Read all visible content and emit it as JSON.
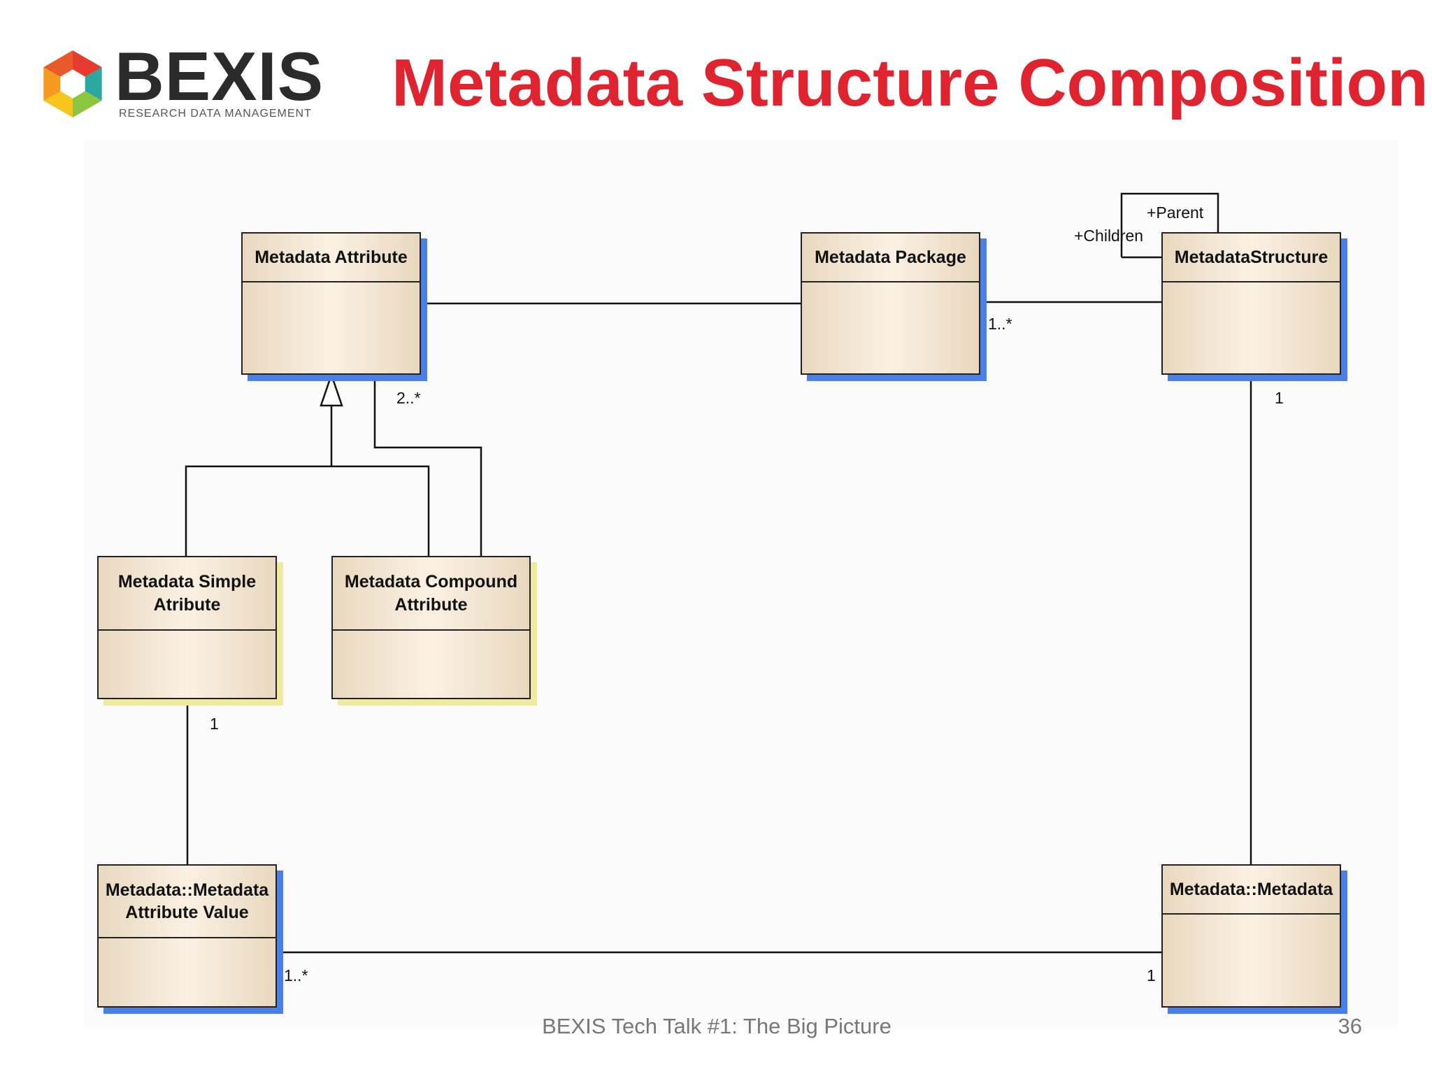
{
  "logo": {
    "wordmark": "BEXIS",
    "tagline": "RESEARCH DATA MANAGEMENT",
    "colors": [
      "#e63b2e",
      "#f39a1f",
      "#f7c51e",
      "#8cc63f",
      "#2aa7a0"
    ]
  },
  "title": "Metadata Structure Composition",
  "classes": {
    "metadata_attribute": "Metadata Attribute",
    "metadata_package": "Metadata Package",
    "metadata_structure": "MetadataStructure",
    "metadata_simple_attribute": "Metadata Simple\nAtribute",
    "metadata_compound_attribute": "Metadata Compound\nAttribute",
    "metadata_attribute_value": "Metadata::Metadata\nAttribute Value",
    "metadata_metadata": "Metadata::Metadata"
  },
  "roles": {
    "parent": "+Parent",
    "children": "+Children"
  },
  "multiplicities": {
    "compound_to_attribute": "2..*",
    "package_to_structure": "1..*",
    "structure_to_metadata": "1",
    "simple_to_value": "1",
    "value_to_metadata": "1..*",
    "metadata_to_value": "1"
  },
  "footer": {
    "text": "BEXIS Tech Talk #1: The Big Picture",
    "page": "36"
  },
  "colors": {
    "title": "#e0242f",
    "class_fill": "#f5e8d4",
    "shadow_blue": "#4a7fe6",
    "shadow_yellow": "#eeeaa0"
  }
}
